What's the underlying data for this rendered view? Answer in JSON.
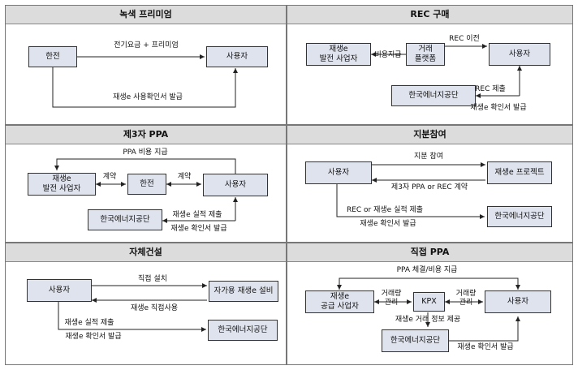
{
  "panels": {
    "green_premium": {
      "title": "녹색 프리미엄",
      "box_kepco": "한전",
      "box_user": "사용자",
      "label_fee": "전기요금 + 프리미엄",
      "label_cert": "재생e 사용확인서 발급"
    },
    "rec_purchase": {
      "title": "REC 구매",
      "box_generator": "재생e\n발전 사업자",
      "box_platform": "거래\n플랫폼",
      "box_user": "사용자",
      "box_agency": "한국에너지공단",
      "label_pay": "비용지급",
      "label_rec_transfer": "REC 이전",
      "label_rec_submit": "REC 제출",
      "label_cert": "재생e 확인서 발급"
    },
    "third_party_ppa": {
      "title": "제3자 PPA",
      "box_generator": "재생e\n발전 사업자",
      "box_kepco": "한전",
      "box_user": "사용자",
      "box_agency": "한국에너지공단",
      "label_ppa_pay": "PPA 비용 지급",
      "label_contract_left": "계약",
      "label_contract_right": "계약",
      "label_submit": "재생e 실적 제출",
      "label_cert": "재생e 확인서 발급"
    },
    "equity_investment": {
      "title": "지분참여",
      "box_user": "사용자",
      "box_project": "재생e 프로젝트",
      "box_agency": "한국에너지공단",
      "label_equity": "지분 참여",
      "label_contract": "제3자 PPA or REC 계약",
      "label_submit": "REC or 재생e 실적 제출",
      "label_cert": "재생e 확인서 발급"
    },
    "self_construction": {
      "title": "자체건설",
      "box_user": "사용자",
      "box_facility": "자가용 재생e 설비",
      "box_agency": "한국에너지공단",
      "label_install": "직접 설치",
      "label_self_use": "재생e 직접사용",
      "label_submit": "재생e 실적 제출",
      "label_cert": "재생e 확인서 발급"
    },
    "direct_ppa": {
      "title": "직접 PPA",
      "box_supplier": "재생e\n공급 사업자",
      "box_kpx": "KPX",
      "box_user": "사용자",
      "box_agency": "한국에너지공단",
      "label_ppa": "PPA 체결/비용 지급",
      "label_trade_left": "거래량\n관리",
      "label_trade_right": "거래량\n관리",
      "label_info": "재생e 거래 정보 제공",
      "label_cert": "재생e 확인서 발급"
    }
  }
}
